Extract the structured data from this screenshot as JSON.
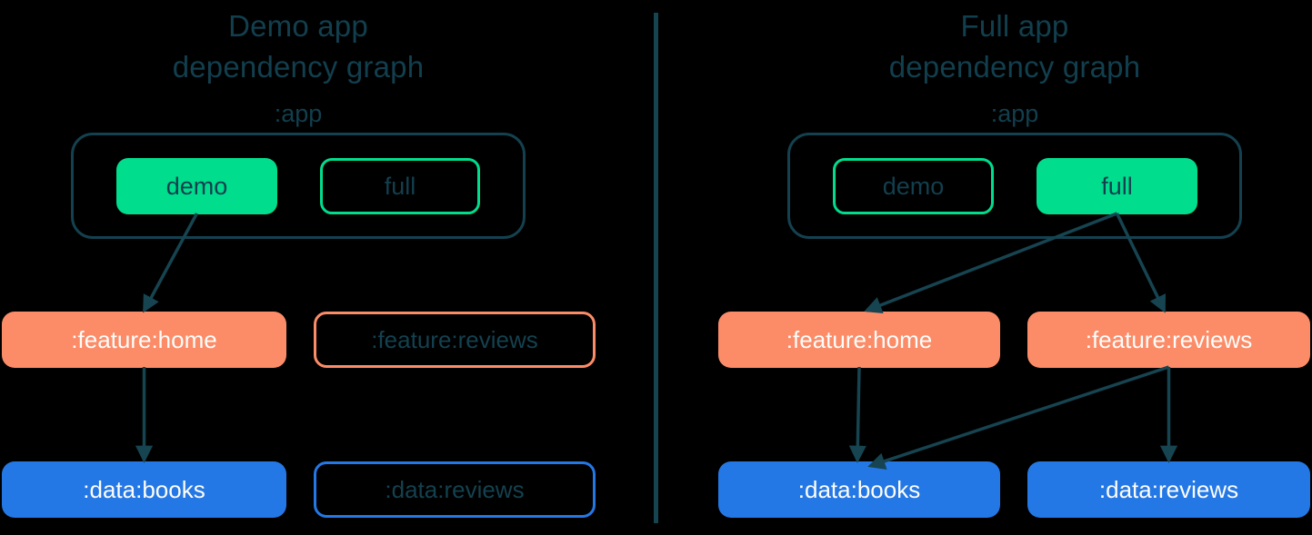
{
  "colors": {
    "background": "#000000",
    "navy_line": "#164450",
    "navy_text": "#123f4e",
    "green": "#00dd8d",
    "orange": "#fc8c68",
    "blue": "#2478e5",
    "white_text": "#fdfdfb"
  },
  "panels": [
    {
      "title_line1": "Demo app",
      "title_line2": "dependency graph",
      "app_label": ":app",
      "buttons": [
        {
          "id": "L-demo",
          "label": "demo",
          "state": "active-filled"
        },
        {
          "id": "L-full",
          "label": "full",
          "state": "inactive-outline"
        }
      ],
      "nodes": [
        {
          "id": "L-feature-home",
          "label": ":feature:home",
          "state": "active-filled"
        },
        {
          "id": "L-feature-reviews",
          "label": ":feature:reviews",
          "state": "inactive-outline"
        },
        {
          "id": "L-data-books",
          "label": ":data:books",
          "state": "active-filled"
        },
        {
          "id": "L-data-reviews",
          "label": ":data:reviews",
          "state": "inactive-outline"
        }
      ],
      "edges": [
        {
          "from": "L-demo",
          "to": "L-feature-home"
        },
        {
          "from": "L-feature-home",
          "to": "L-data-books"
        }
      ]
    },
    {
      "title_line1": "Full app",
      "title_line2": "dependency graph",
      "app_label": ":app",
      "buttons": [
        {
          "id": "R-demo",
          "label": "demo",
          "state": "inactive-outline"
        },
        {
          "id": "R-full",
          "label": "full",
          "state": "active-filled"
        }
      ],
      "nodes": [
        {
          "id": "R-feature-home",
          "label": ":feature:home",
          "state": "active-filled"
        },
        {
          "id": "R-feature-reviews",
          "label": ":feature:reviews",
          "state": "active-filled"
        },
        {
          "id": "R-data-books",
          "label": ":data:books",
          "state": "active-filled"
        },
        {
          "id": "R-data-reviews",
          "label": ":data:reviews",
          "state": "active-filled"
        }
      ],
      "edges": [
        {
          "from": "R-full",
          "to": "R-feature-home",
          "to_dx": 8
        },
        {
          "from": "R-full",
          "to": "R-feature-reviews",
          "to_dx": -5
        },
        {
          "from": "R-feature-home",
          "to": "R-data-books",
          "to_dx": -2
        },
        {
          "from": "R-feature-reviews",
          "to": "R-data-books",
          "to_dx": 12,
          "to_dy": 6
        },
        {
          "from": "R-feature-reviews",
          "to": "R-data-reviews"
        }
      ]
    }
  ]
}
